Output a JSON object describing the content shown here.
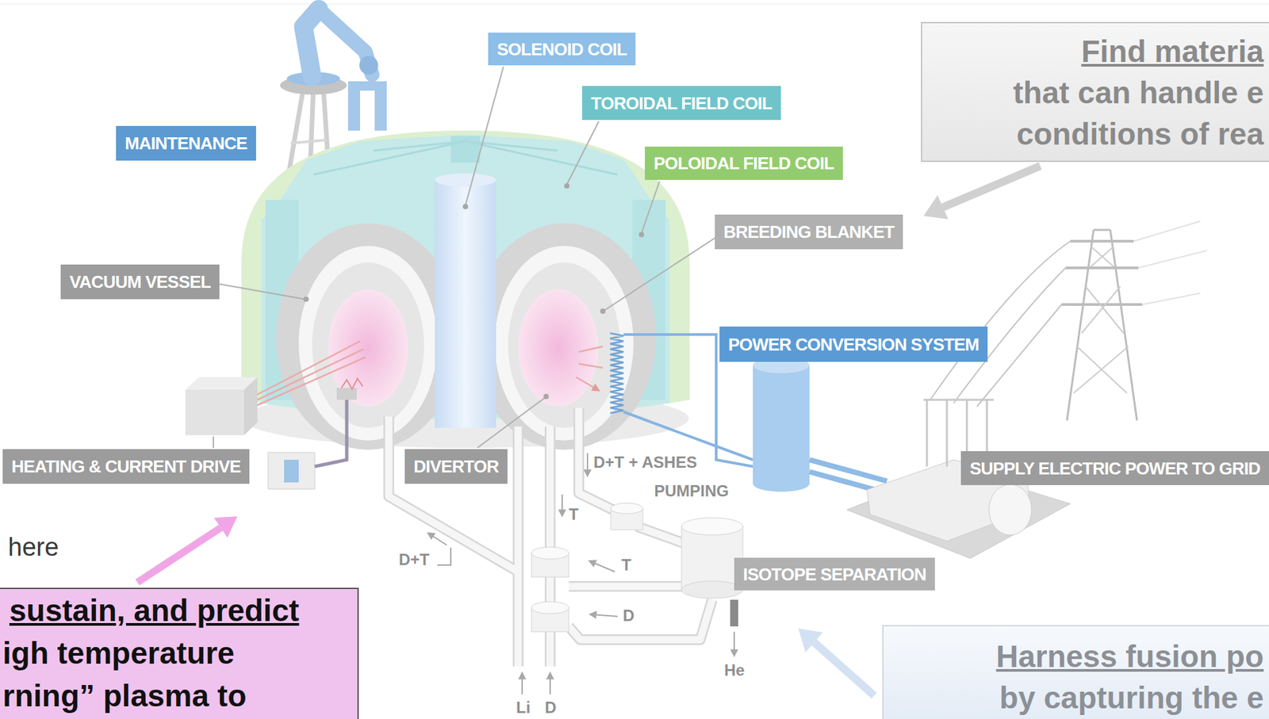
{
  "diagram": {
    "nodes": [
      {
        "text": [
          "SOLENOID COIL"
        ]
      },
      {
        "text": [
          "TOROIDAL FIELD COIL"
        ]
      },
      {
        "text": [
          "Find materia",
          "that can handle e conditions of rea"
        ]
      },
      {
        "text": [
          "MAINTENANCE"
        ]
      },
      {
        "text": [
          "POLOIDAL FIELD COIL"
        ]
      },
      {
        "text": [
          "BREEDING BLANKET"
        ]
      },
      {
        "text": [
          "VACUUM VESSEL"
        ]
      },
      {
        "text": [
          "POWER CONVERSION SYSTEM"
        ]
      },
      {
        "text": [
          "HEATING & CURRENT DRIVE"
        ]
      },
      {
        "text": [
          "DIVERTOR"
        ]
      },
      {
        "text": [
          "SUPPLY ELECTRIC POWER TO GRID"
        ]
      },
      {
        "text": [
          "ISOTOPE SEPARATION"
        ]
      },
      {
        "text": [
          "sustain, and predict",
          "igh temperature rning” plasma to"
        ]
      },
      {
        "text": [
          "Harness fusion po",
          "by capturing the e"
        ]
      }
    ],
    "labels": [
      "here",
      "D+T + ASHES",
      "PUMPING",
      "T",
      "D+T",
      "T",
      "D",
      "He",
      "Li",
      "D"
    ]
  }
}
